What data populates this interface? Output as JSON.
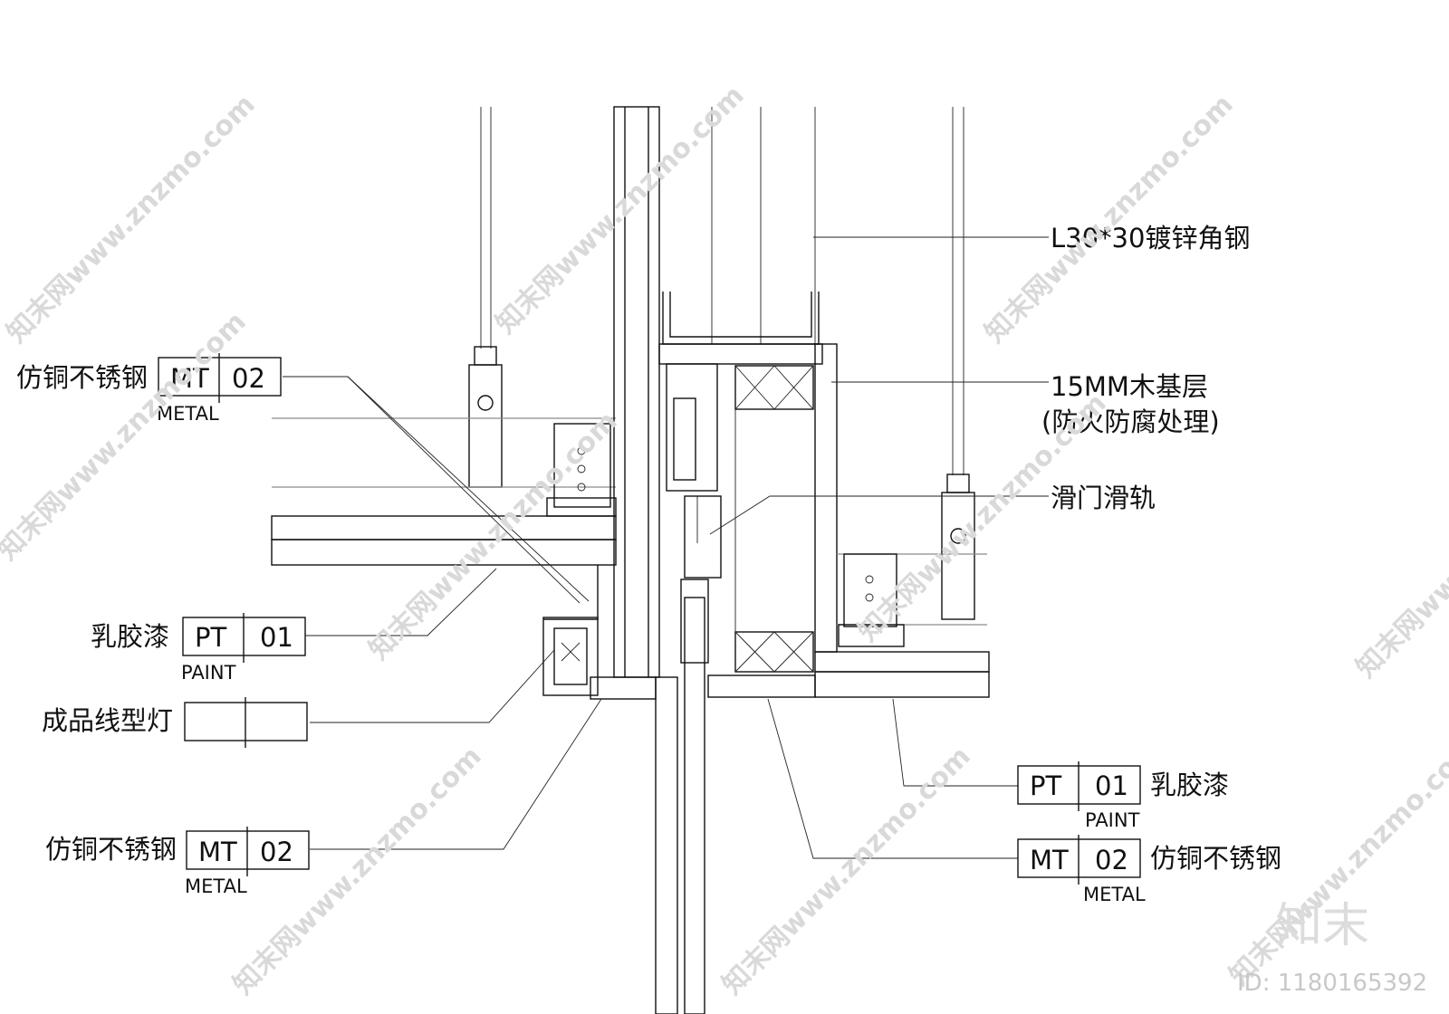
{
  "callouts": {
    "steel_angle": "L30*30镀锌角钢",
    "wood_base_line1": "15MM木基层",
    "wood_base_line2": "(防火防腐处理)",
    "sliding_track": "滑门滑轨"
  },
  "tags": {
    "mt_left_top": {
      "label": "仿铜不锈钢",
      "code": "MT",
      "num": "02",
      "sub": "METAL"
    },
    "pt_left": {
      "label": "乳胶漆",
      "code": "PT",
      "num": "01",
      "sub": "PAINT"
    },
    "light_left": {
      "label": "成品线型灯",
      "code": "",
      "num": "",
      "sub": ""
    },
    "mt_left_bottom": {
      "label": "仿铜不锈钢",
      "code": "MT",
      "num": "02",
      "sub": "METAL"
    },
    "pt_right": {
      "label": "乳胶漆",
      "code": "PT",
      "num": "01",
      "sub": "PAINT"
    },
    "mt_right": {
      "label": "仿铜不锈钢",
      "code": "MT",
      "num": "02",
      "sub": "METAL"
    }
  },
  "watermark": {
    "text": "知末网www.znzmo.com",
    "brand": "知末",
    "id": "ID: 1180165392"
  },
  "colors": {
    "line": "#111111",
    "watermark": "#d9d9d9"
  }
}
